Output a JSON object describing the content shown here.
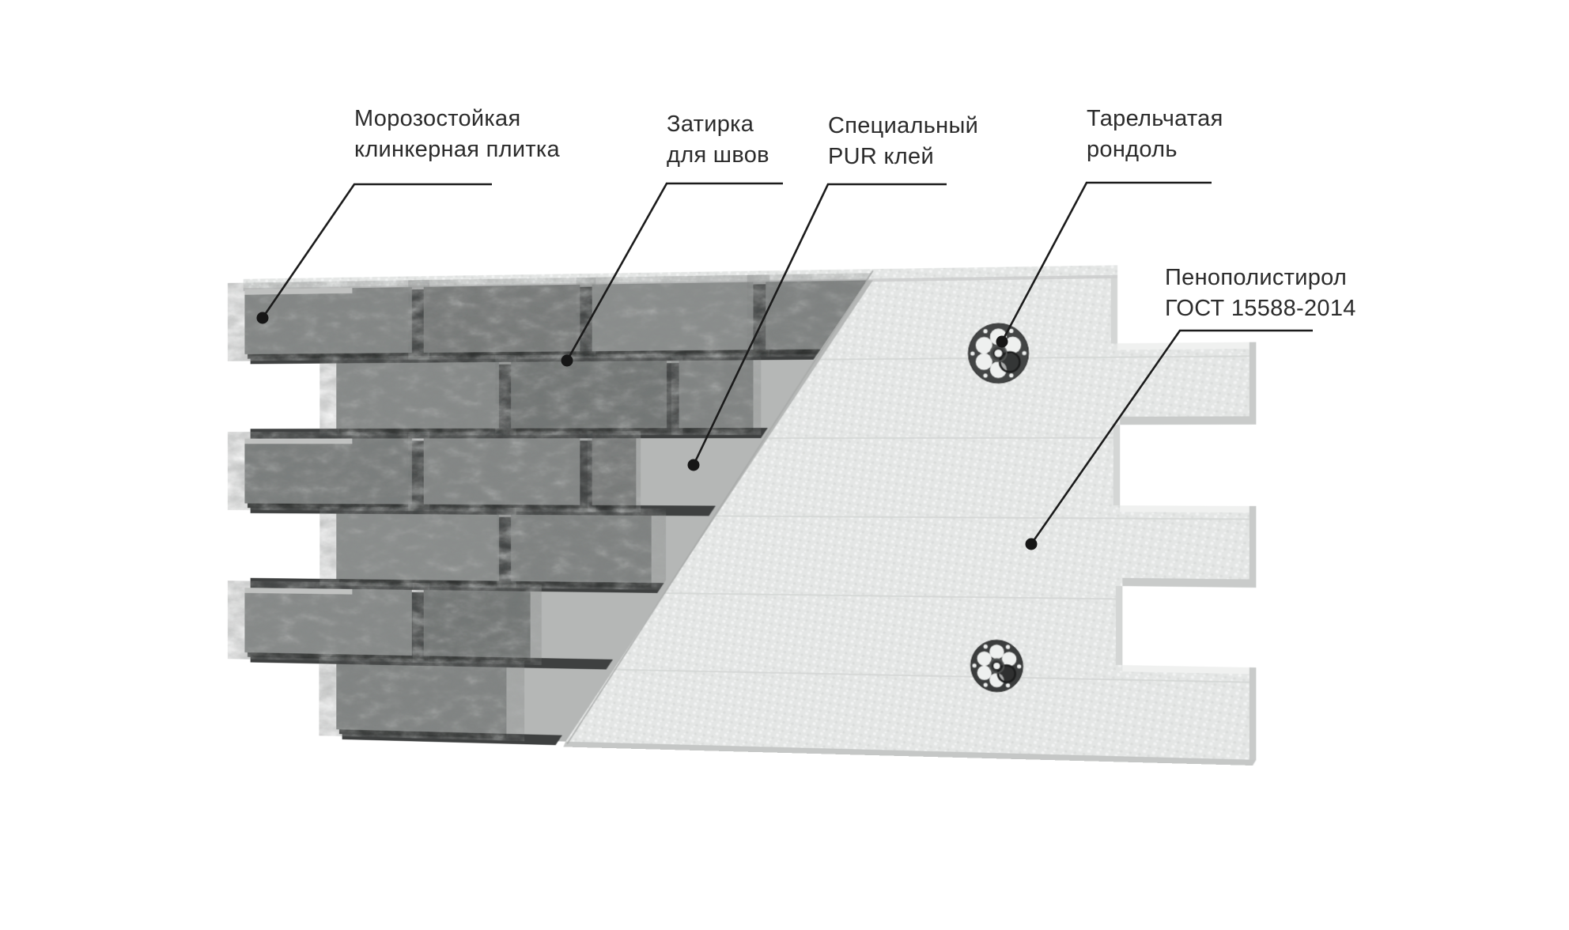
{
  "labels": {
    "tile": {
      "line1": "Морозостойкая",
      "line2": "клинкерная плитка"
    },
    "grout": {
      "line1": "Затирка",
      "line2": "для швов"
    },
    "glue": {
      "line1": "Специальный",
      "line2": "PUR клей"
    },
    "rondel": {
      "line1": "Тарельчатая",
      "line2": "рондоль"
    },
    "foam": {
      "line1": "Пенополистирол",
      "line2": "ГОСТ 15588-2014"
    }
  },
  "colors": {
    "background": "#ffffff",
    "text": "#2b2b2b",
    "leader_line": "#1b1b1b",
    "leader_dot": "#161616",
    "brick_palette": [
      "#888b8a",
      "#7b7e7d",
      "#909392",
      "#838685",
      "#8c8f8e",
      "#767978",
      "#858887",
      "#7e8180"
    ],
    "grout": "#3e4040",
    "brick_underside": "#2c2e2d",
    "brick_top_sliver": "#c6c8c7",
    "glue": "#b5b7b6",
    "foam_base": "#e4e6e5",
    "foam_dot_light": "#f3f4f4",
    "foam_dot_dark": "#d9dbda",
    "foam_seam": "#d4d6d5",
    "foam_edge_light": "#f0f1f0",
    "foam_edge_mid": "#d4d6d5",
    "foam_edge_dark": "#c9cbca",
    "foam_bottom_face": "#c5c7c6",
    "foam_diag_edge": "#a8aaa9",
    "rondel_body": "#434545",
    "rondel_body_lower": "#3b3d3d",
    "rondel_hole": "#eef0ef",
    "rondel_ring": "#1c1d1d"
  }
}
